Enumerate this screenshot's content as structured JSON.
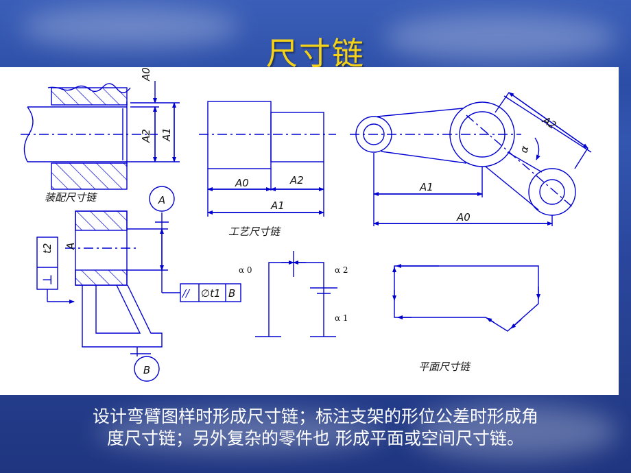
{
  "slide": {
    "title": "尺寸链",
    "caption_line1": "设计弯臂图样时形成尺寸链；标注支架的形位公差时形成角",
    "caption_line2": "度尺寸链；另外复杂的零件也 形成平面或空间尺寸链。"
  },
  "diagram": {
    "colors": {
      "line": "#0000d0",
      "hatch": "#0000d0",
      "text": "#111111",
      "title": "#f5d21a"
    },
    "assembly": {
      "caption": "装配尺寸链",
      "dims": [
        "A0",
        "A2",
        "A1"
      ]
    },
    "process": {
      "caption": "工艺尺寸链",
      "dims": [
        "A0",
        "A2",
        "A1"
      ]
    },
    "arm": {
      "dims": [
        "A2",
        "A1",
        "A0",
        "α"
      ]
    },
    "bracket": {
      "datum_a": "A",
      "datum_b": "B",
      "perp_tol": "⊥",
      "perp_value": "t2",
      "perp_datum": "A",
      "par_sym": "//",
      "par_value": "∅t1",
      "par_datum": "B"
    },
    "angle_chain": {
      "labels": [
        "α 0",
        "α 2",
        "α 1"
      ]
    },
    "plane": {
      "caption": "平面尺寸链"
    }
  }
}
